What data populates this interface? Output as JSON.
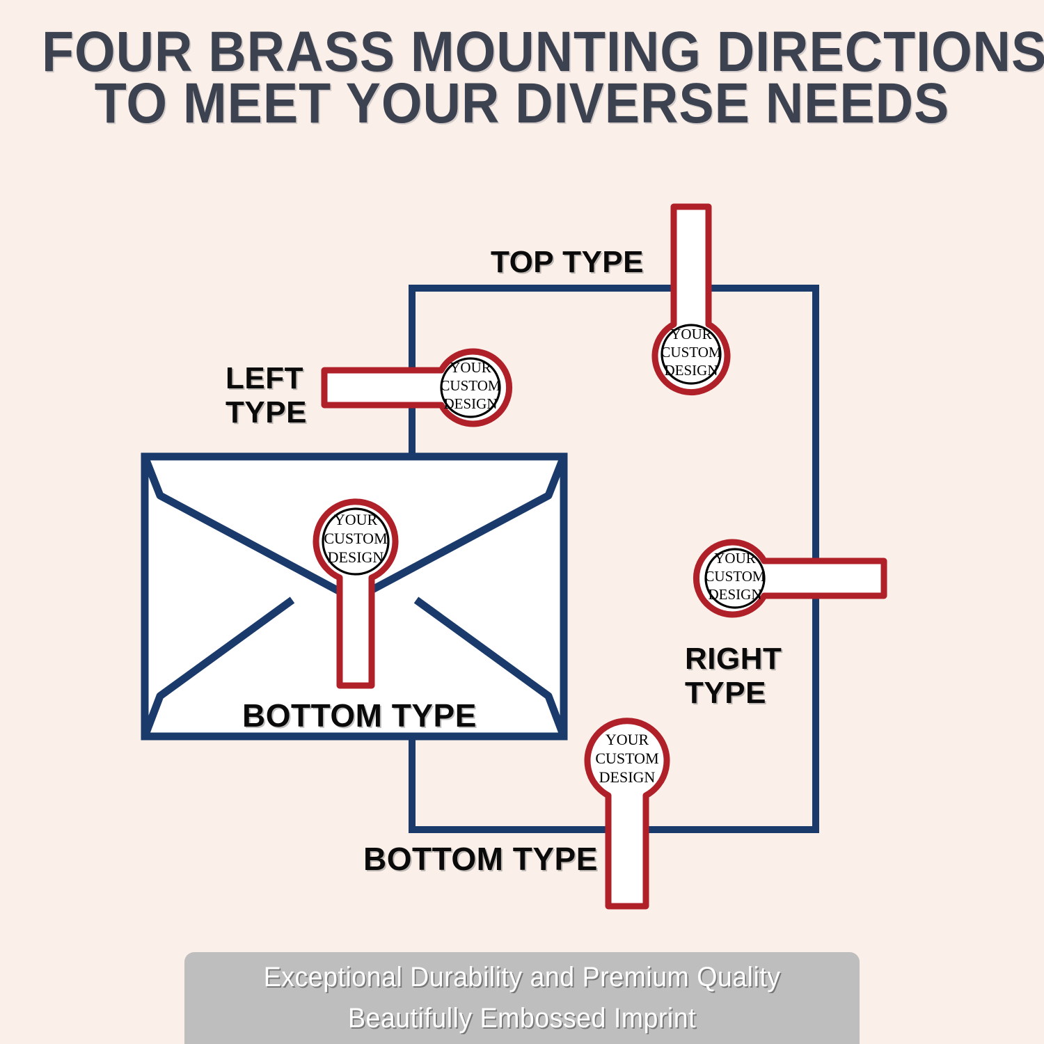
{
  "theme": {
    "background": "#fbf0e9",
    "navy": "#1a3a6b",
    "red": "#b02028",
    "title_color": "#3c4250",
    "label_color": "#0a0a0a",
    "footer_bg": "#bebebe",
    "footer_text": "#ffffff",
    "seal_fill": "#ffffff",
    "seal_inner_ring": "#000000"
  },
  "header": {
    "line1": "FOUR BRASS MOUNTING DIRECTIONS",
    "line2": "TO MEET YOUR DIVERSE NEEDS"
  },
  "labels": {
    "top": "TOP TYPE",
    "left_line1": "LEFT",
    "left_line2": "TYPE",
    "right_line1": "RIGHT",
    "right_line2": "TYPE",
    "envelope_bottom": "BOTTOM TYPE",
    "bottom": "BOTTOM TYPE"
  },
  "seal": {
    "line1": "YOUR",
    "line2": "CUSTOM",
    "line3": "DESIGN"
  },
  "footer": {
    "line1": "Exceptional Durability and Premium Quality",
    "line2": "Beautifully Embossed Imprint"
  }
}
